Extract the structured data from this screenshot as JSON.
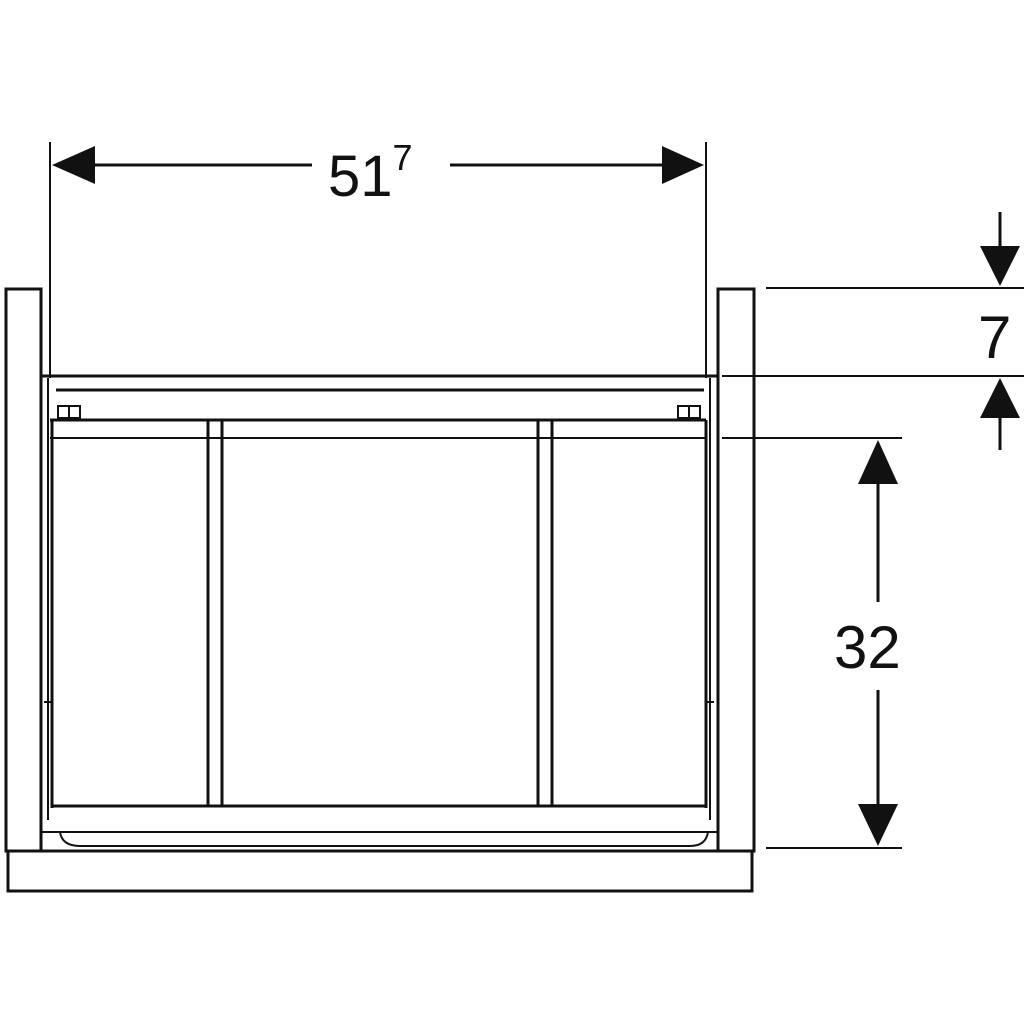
{
  "dimensions": {
    "width": {
      "main": "51",
      "superscript": "7"
    },
    "top_gap": "7",
    "height": "32"
  },
  "colors": {
    "line": "#111111",
    "background": "#ffffff"
  }
}
